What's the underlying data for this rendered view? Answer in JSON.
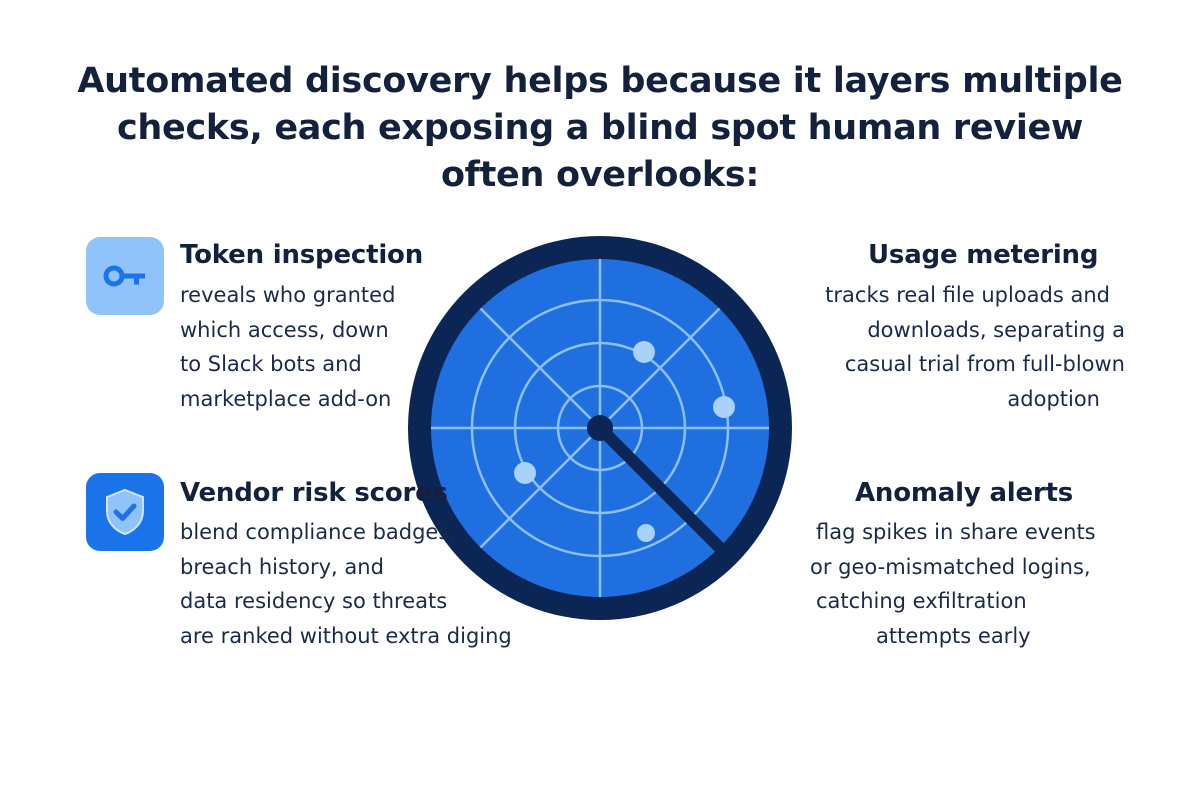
{
  "headline": {
    "line1": "Automated discovery helps because it layers multiple",
    "line2": "checks, each exposing a blind spot human review",
    "line3": "often overlooks:"
  },
  "radar": {
    "colors": {
      "ring": "#0b2654",
      "disc": "#1f6fe0",
      "grid": "#8cc0f5",
      "blip": "#a9d2fb",
      "sweep": "#0b2654"
    },
    "blip_count": 4
  },
  "features": {
    "token": {
      "icon": "key-icon",
      "title": "Token inspection",
      "lines": [
        "reveals who granted",
        "which access, down",
        "to Slack bots and",
        "marketplace add-on"
      ]
    },
    "usage": {
      "title": "Usage metering",
      "lines": [
        "tracks real file uploads and",
        "downloads, separating a",
        "casual trial from full-blown",
        "adoption"
      ]
    },
    "vendor": {
      "icon": "shield-check-icon",
      "title": "Vendor risk scores",
      "lines": [
        "blend compliance badges,",
        "breach history, and",
        "data residency so threats",
        "are ranked without extra diging"
      ]
    },
    "anomaly": {
      "title": "Anomaly alerts",
      "lines": [
        "flag spikes in share events",
        "or geo-mismatched logins,",
        "catching exfiltration",
        "attempts early"
      ]
    }
  }
}
